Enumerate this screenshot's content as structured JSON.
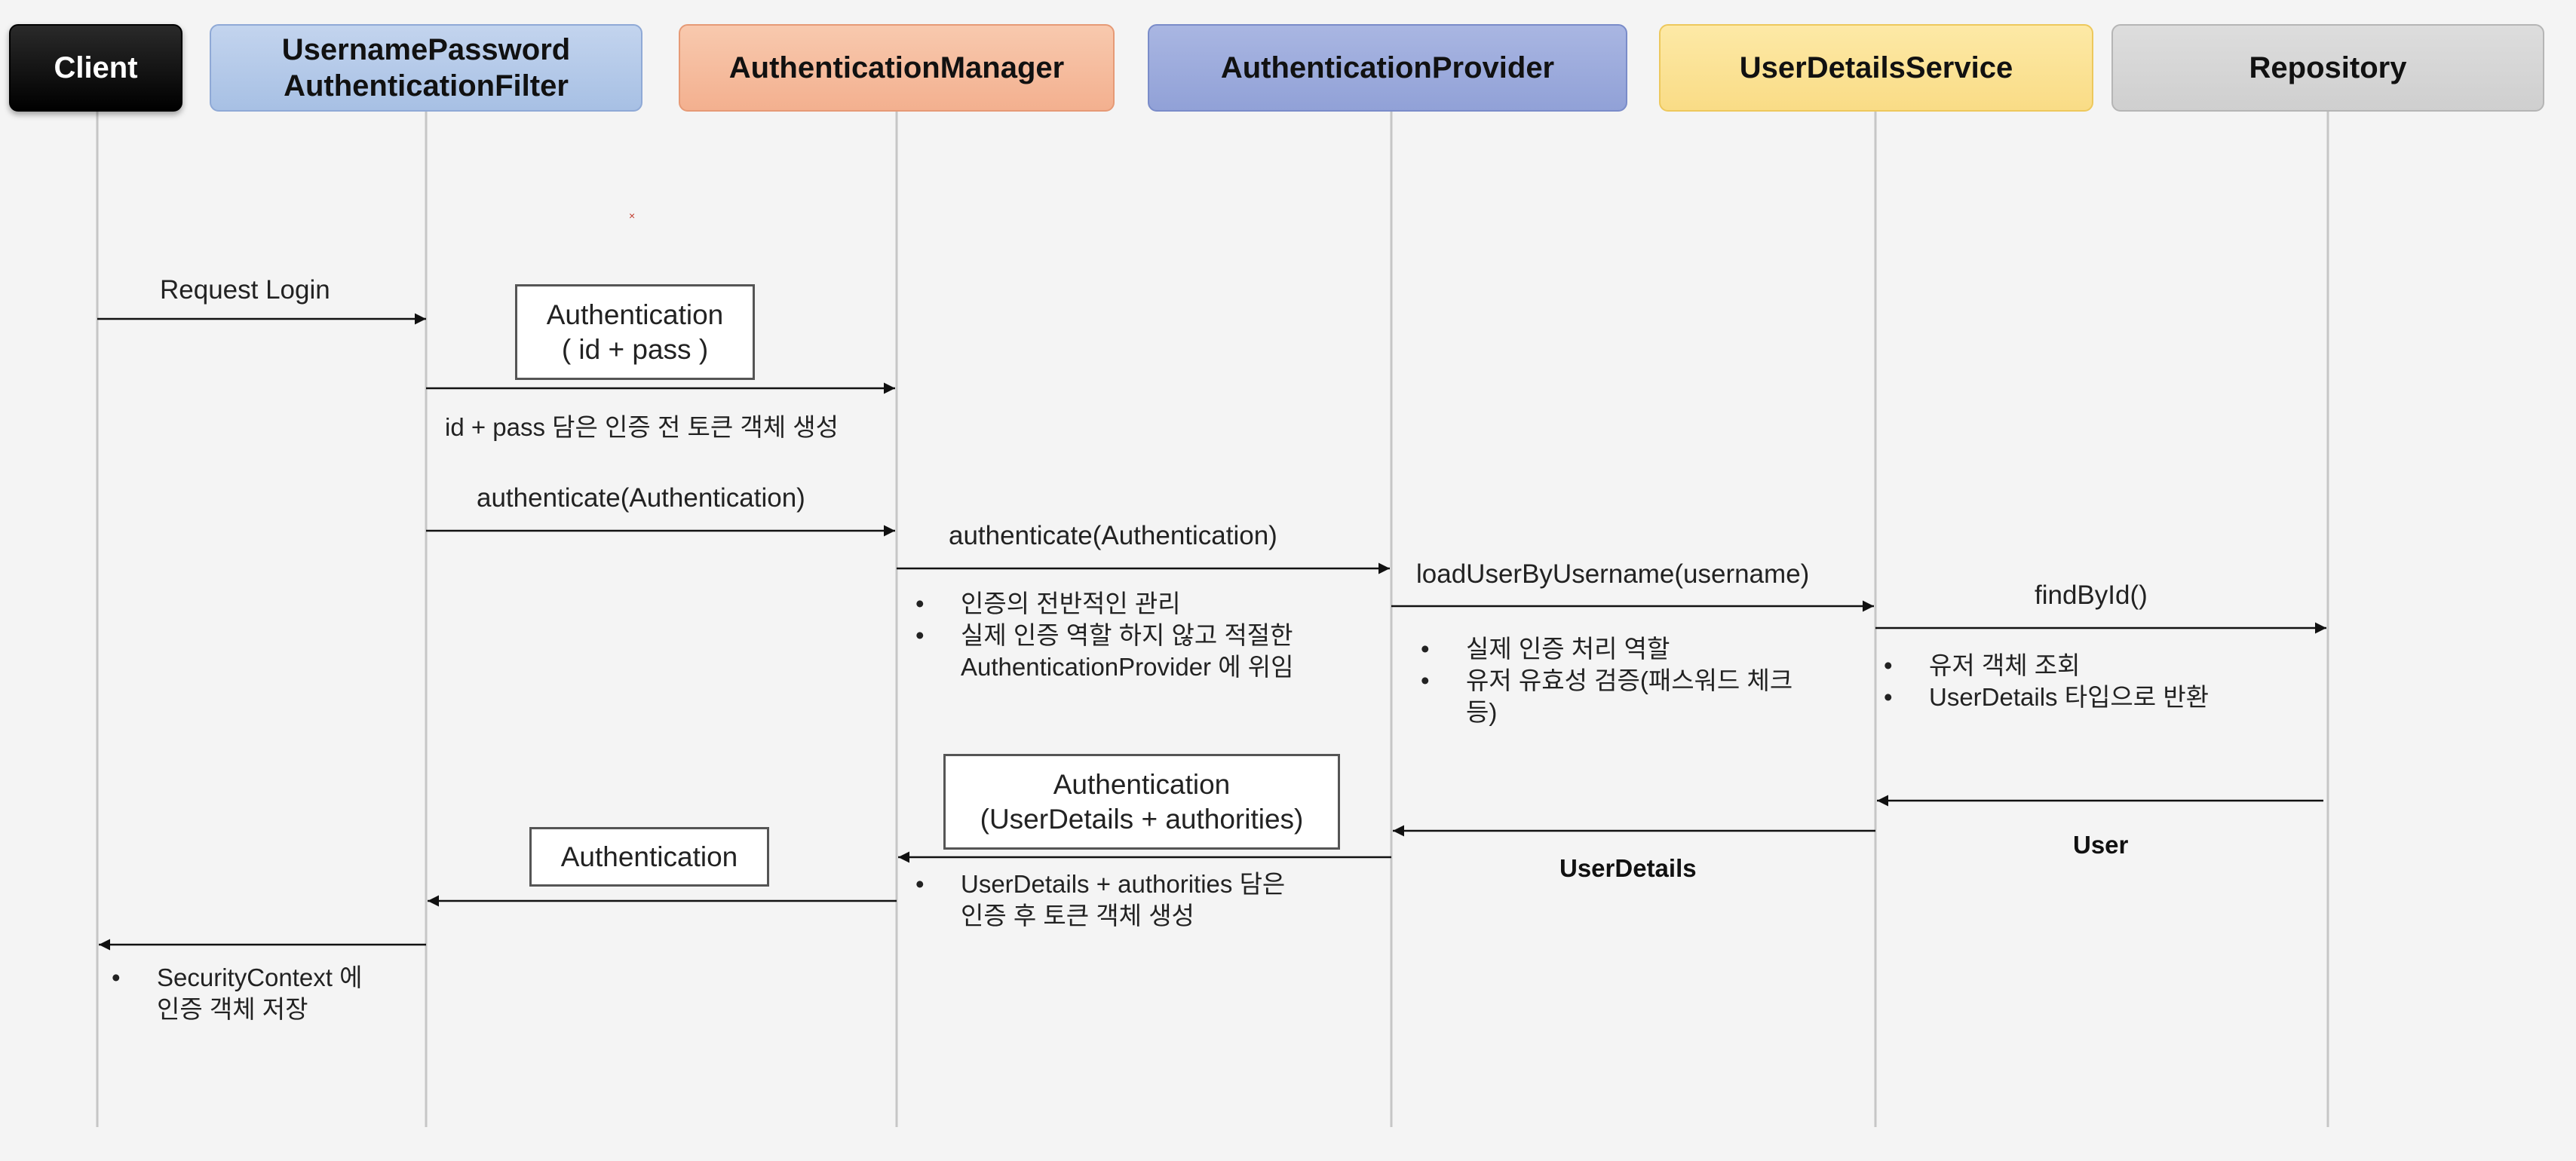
{
  "participants": {
    "client": "Client",
    "filter": "UsernamePassword\nAuthenticationFilter",
    "manager": "AuthenticationManager",
    "provider": "AuthenticationProvider",
    "uds": "UserDetailsService",
    "repository": "Repository"
  },
  "messages": {
    "request_login": "Request Login",
    "pre_token_caption": "id + pass 담은 인증 전 토큰 객체 생성",
    "authenticate_1": "authenticate(Authentication)",
    "authenticate_2": "authenticate(Authentication)",
    "load_user": "loadUserByUsername(username)",
    "find_by_id": "findById()",
    "user_return": "User",
    "userdetails_return": "UserDetails"
  },
  "boxes": {
    "auth_pre_line1": "Authentication",
    "auth_pre_line2": "( id + pass )",
    "auth_post_line1": "Authentication",
    "auth_post_line2": "(UserDetails +  authorities)",
    "auth_return": "Authentication"
  },
  "notes": {
    "manager": [
      "인증의 전반적인 관리",
      "실제 인증 역할 하지 않고 적절한\nAuthenticationProvider 에 위임"
    ],
    "provider": [
      "실제 인증 처리 역할",
      "유저 유효성 검증(패스워드 체크\n등)"
    ],
    "uds": [
      "유저 객체 조회",
      "UserDetails 타입으로 반환"
    ],
    "token_after": [
      "UserDetails +  authorities 담은\n인증 후 토큰 객체 생성"
    ],
    "security_context": [
      "SecurityContext 에\n인증 객체 저장"
    ]
  },
  "colors": {
    "background": "#f4f4f4",
    "lifeline": "#c6c6c6",
    "arrow": "#111111"
  }
}
